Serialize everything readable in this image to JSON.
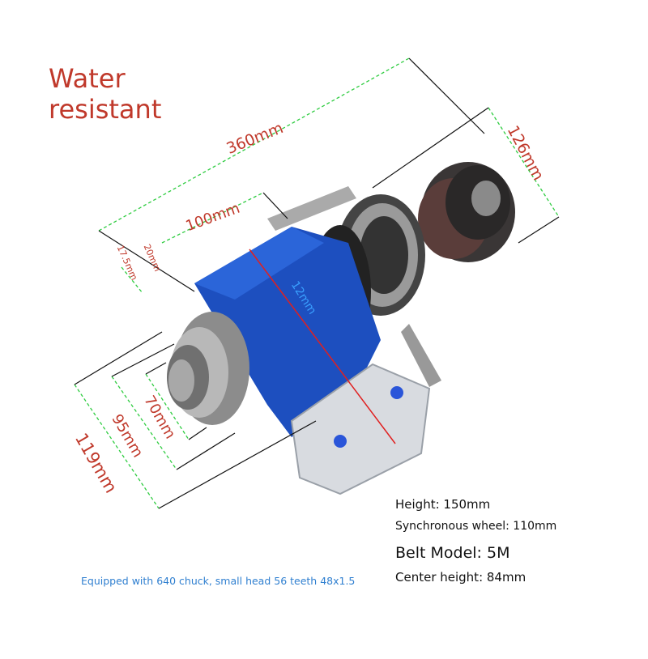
{
  "heading": [
    "Water",
    "resistant"
  ],
  "dimensions": {
    "length": "360mm",
    "height_end": "126mm",
    "housing": "100mm",
    "flange_a": "20mm",
    "flange_b": "17.5mm",
    "dia_70": "70mm",
    "dia_95": "95mm",
    "dia_119": "119mm",
    "inner": "12mm"
  },
  "specs": {
    "height": "Height: 150mm",
    "sync_wheel": "Synchronous wheel: 110mm",
    "belt": "Belt Model: 5M",
    "center_height": "Center height: 84mm"
  },
  "note": "Equipped with 640 chuck, small head 56 teeth 48x1.5"
}
